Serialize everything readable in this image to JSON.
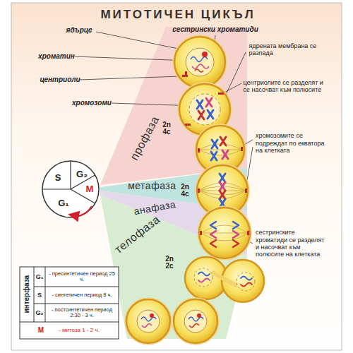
{
  "diagram": {
    "title": "МИТОТИЧЕН ЦИКЪЛ",
    "nodes": [
      {
        "text": [
          "профаза"
        ]
      },
      {
        "text": [
          "метафаза"
        ]
      },
      {
        "text": [
          "анафаза"
        ]
      },
      {
        "text": [
          "телофаза"
        ]
      }
    ],
    "labels": [
      "ядърце",
      "сестрински хроматиди",
      "хроматин",
      "ядрената мембрана се разпада",
      "центриоли",
      "центриолите се разделят и се насочват към полюсите",
      "хромозоми",
      "2n 4c",
      "хромозомите се подреждат по екватора на клетката",
      "2n 4c",
      "сестринските хроматиди се разделят и насочват към полюсите на клетката",
      "2n 2c",
      "S",
      "G₂",
      "G₁",
      "M",
      "интерфаза",
      "G₁",
      "- пресинтетичен период 25 ч.",
      "S",
      "- синтетичен период 8 ч.",
      "G₂",
      "- постсинтетичен период 2:30 - 3 ч.",
      "M",
      "- митоза 1 - 2 ч."
    ]
  }
}
